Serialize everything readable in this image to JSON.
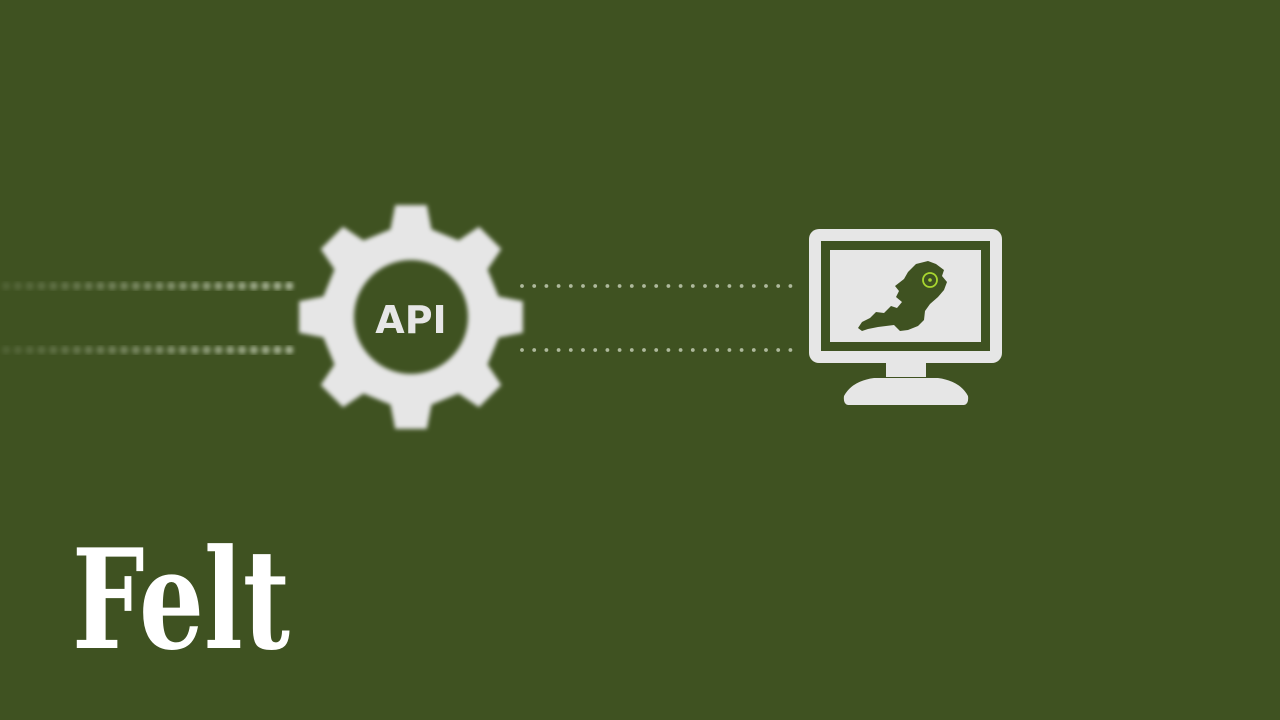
{
  "colors": {
    "background": "#3f5221",
    "icon_fill": "#e6e6e6",
    "connector_dots": "#aeb99c",
    "map_shape": "#3f5221",
    "location_marker": "#a8d62f",
    "logo": "#ffffff"
  },
  "gear": {
    "icon": "gear-icon",
    "label": "API"
  },
  "monitor": {
    "icon": "monitor-icon",
    "screen_content": "map-shape",
    "marker_icon": "location-marker-icon"
  },
  "connectors": [
    {
      "name": "connector-top-left",
      "style": "dotted"
    },
    {
      "name": "connector-bottom-left",
      "style": "dotted"
    },
    {
      "name": "connector-top-right",
      "style": "dotted"
    },
    {
      "name": "connector-bottom-right",
      "style": "dotted"
    }
  ],
  "brand": {
    "logo_text": "Felt"
  }
}
